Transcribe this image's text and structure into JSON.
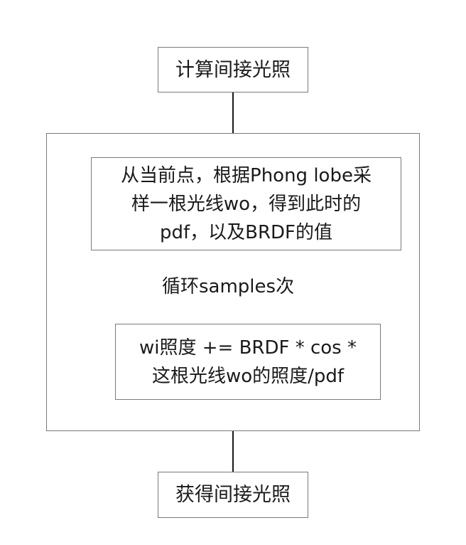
{
  "diagram": {
    "start_node": "计算间接光照",
    "loop_label": "循环samples次",
    "sample_step": "从当前点，根据Phong lobe采\n样一根光线wo，得到此时的\npdf，以及BRDF的值",
    "accumulate_step": "wi照度 += BRDF * cos *\n这根光线wo的照度/pdf",
    "end_node": "获得间接光照"
  }
}
